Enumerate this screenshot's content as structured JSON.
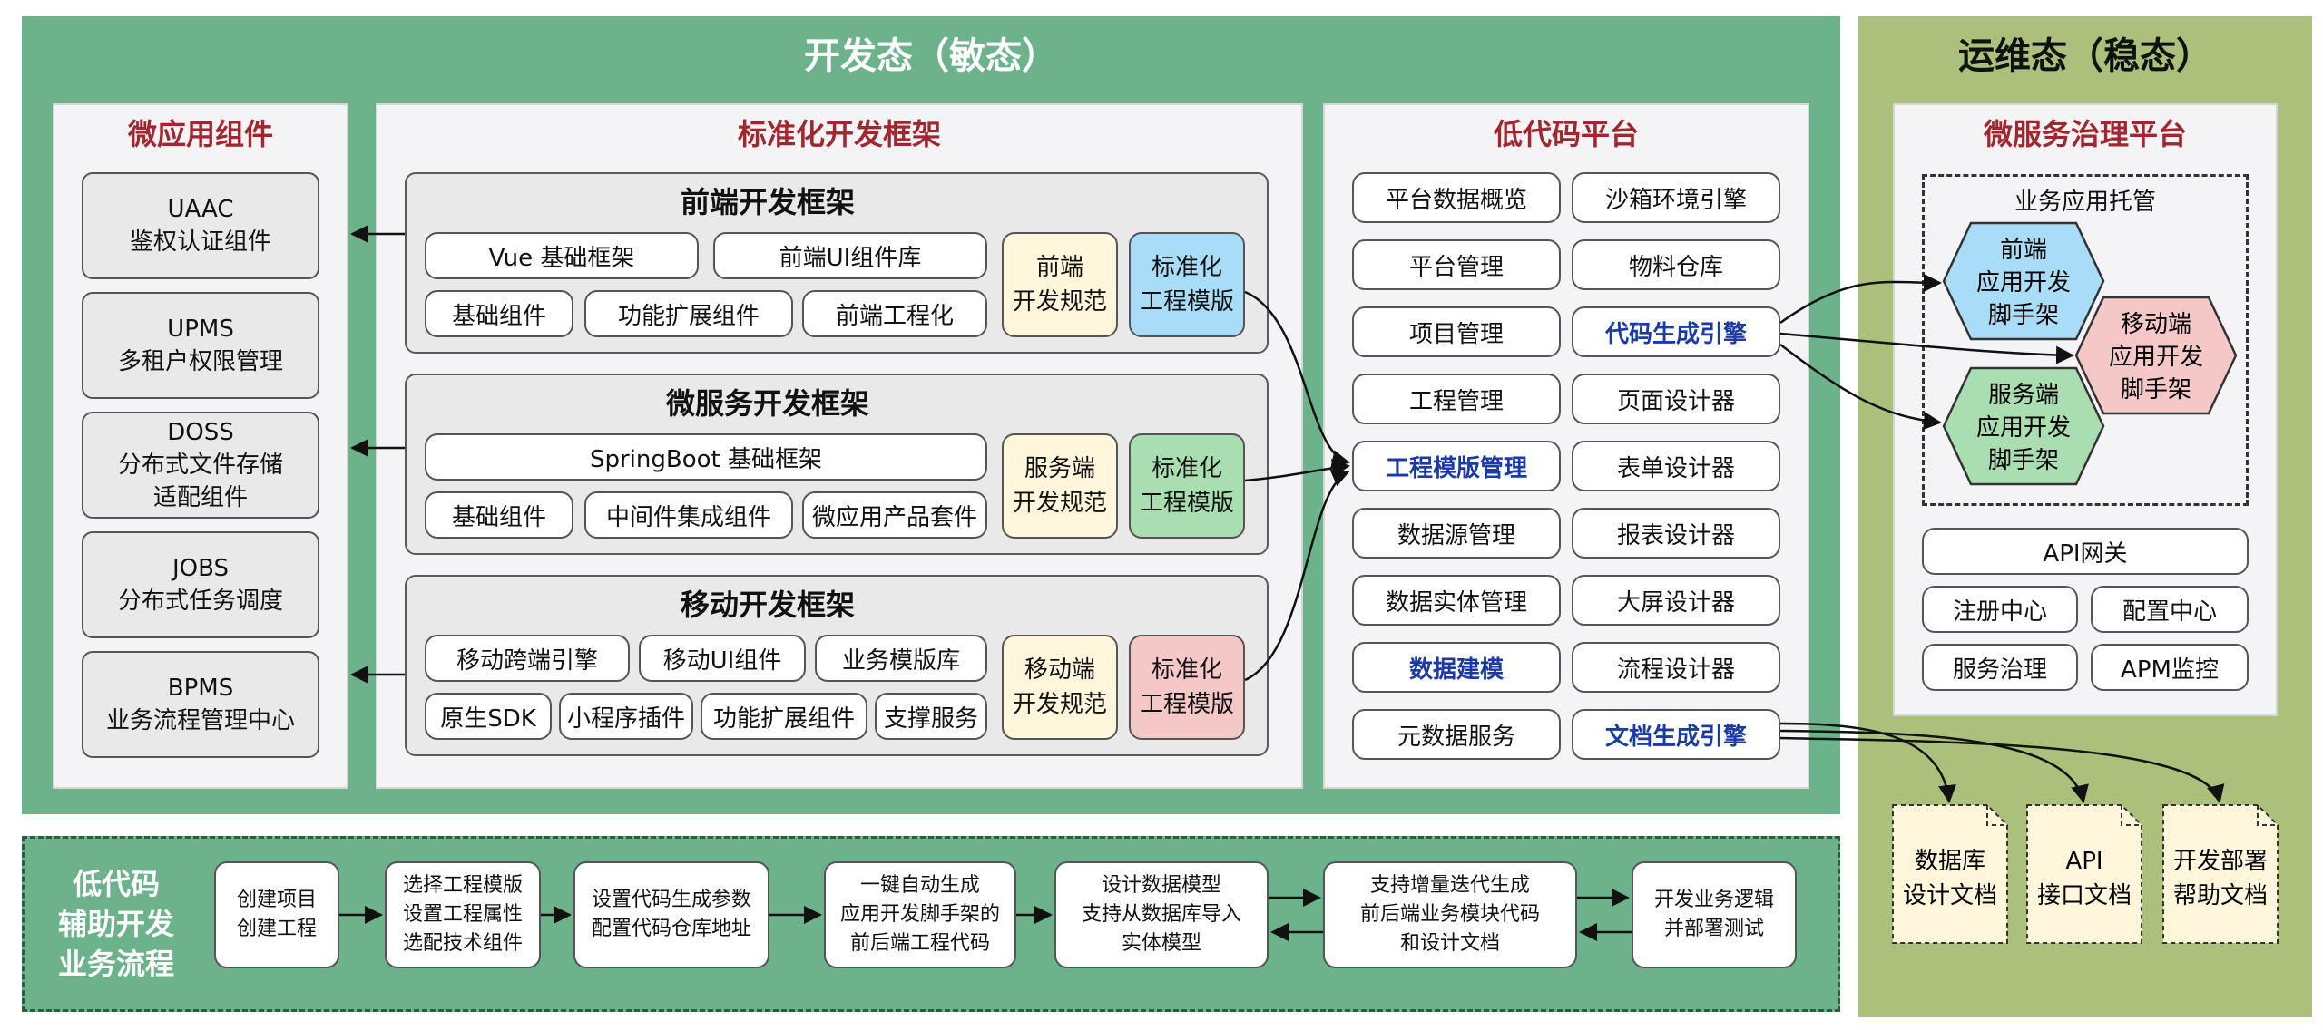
{
  "dev": {
    "title": "开发态（敏态）",
    "micro_components": {
      "title": "微应用组件",
      "items": [
        {
          "line1": "UAAC",
          "line2": "鉴权认证组件"
        },
        {
          "line1": "UPMS",
          "line2": "多租户权限管理"
        },
        {
          "line1": "DOSS",
          "line2": "分布式文件存储",
          "line3": "适配组件"
        },
        {
          "line1": "JOBS",
          "line2": "分布式任务调度"
        },
        {
          "line1": "BPMS",
          "line2": "业务流程管理中心"
        }
      ]
    },
    "std_framework": {
      "title": "标准化开发框架",
      "frontend": {
        "title": "前端开发框架",
        "row1": [
          "Vue 基础框架",
          "前端UI组件库"
        ],
        "row2": [
          "基础组件",
          "功能扩展组件",
          "前端工程化"
        ],
        "spec": {
          "line1": "前端",
          "line2": "开发规范"
        },
        "template": {
          "line1": "标准化",
          "line2": "工程模版"
        }
      },
      "microservice": {
        "title": "微服务开发框架",
        "row1": [
          "SpringBoot 基础框架"
        ],
        "row2": [
          "基础组件",
          "中间件集成组件",
          "微应用产品套件"
        ],
        "spec": {
          "line1": "服务端",
          "line2": "开发规范"
        },
        "template": {
          "line1": "标准化",
          "line2": "工程模版"
        }
      },
      "mobile": {
        "title": "移动开发框架",
        "row1": [
          "移动跨端引擎",
          "移动UI组件",
          "业务模版库"
        ],
        "row2": [
          "原生SDK",
          "小程序插件",
          "功能扩展组件",
          "支撑服务"
        ],
        "spec": {
          "line1": "移动端",
          "line2": "开发规范"
        },
        "template": {
          "line1": "标准化",
          "line2": "工程模版"
        }
      }
    },
    "lowcode": {
      "title": "低代码平台",
      "left": [
        "平台数据概览",
        "平台管理",
        "项目管理",
        "工程管理",
        "工程模版管理",
        "数据源管理",
        "数据实体管理",
        "数据建模",
        "元数据服务"
      ],
      "right": [
        "沙箱环境引擎",
        "物料仓库",
        "代码生成引擎",
        "页面设计器",
        "表单设计器",
        "报表设计器",
        "大屏设计器",
        "流程设计器",
        "文档生成引擎"
      ]
    }
  },
  "ops": {
    "title": "运维态（稳态）",
    "platform": {
      "title": "微服务治理平台",
      "hosting": {
        "title": "业务应用托管",
        "frontend": {
          "line1": "前端",
          "line2": "应用开发",
          "line3": "脚手架"
        },
        "mobile": {
          "line1": "移动端",
          "line2": "应用开发",
          "line3": "脚手架"
        },
        "server": {
          "line1": "服务端",
          "line2": "应用开发",
          "line3": "脚手架"
        }
      },
      "gateway": "API网关",
      "registry": "注册中心",
      "config": "配置中心",
      "governance": "服务治理",
      "apm": "APM监控"
    },
    "docs": [
      {
        "line1": "数据库",
        "line2": "设计文档"
      },
      {
        "line1": "API",
        "line2": "接口文档"
      },
      {
        "line1": "开发部署",
        "line2": "帮助文档"
      }
    ]
  },
  "flow": {
    "label": {
      "line1": "低代码",
      "line2": "辅助开发",
      "line3": "业务流程"
    },
    "steps": [
      {
        "line1": "创建项目",
        "line2": "创建工程"
      },
      {
        "line1": "选择工程模版",
        "line2": "设置工程属性",
        "line3": "选配技术组件"
      },
      {
        "line1": "设置代码生成参数",
        "line2": "配置代码仓库地址"
      },
      {
        "line1": "一键自动生成",
        "line2": "应用开发脚手架的",
        "line3": "前后端工程代码"
      },
      {
        "line1": "设计数据模型",
        "line2": "支持从数据库导入",
        "line3": "实体模型"
      },
      {
        "line1": "支持增量迭代生成",
        "line2": "前后端业务模块代码",
        "line3": "和设计文档"
      },
      {
        "line1": "开发业务逻辑",
        "line2": "并部署测试"
      }
    ]
  },
  "colors": {
    "dev_bg": "#6cb28a",
    "ops_bg": "#abc07a",
    "panel_title": "#a3262e",
    "highlight_text": "#1b3aa8",
    "hex_blue": "#a9dcf6",
    "hex_green": "#a9dfb0",
    "hex_pink": "#f5c8c8",
    "doc_bg": "#fff6db"
  }
}
